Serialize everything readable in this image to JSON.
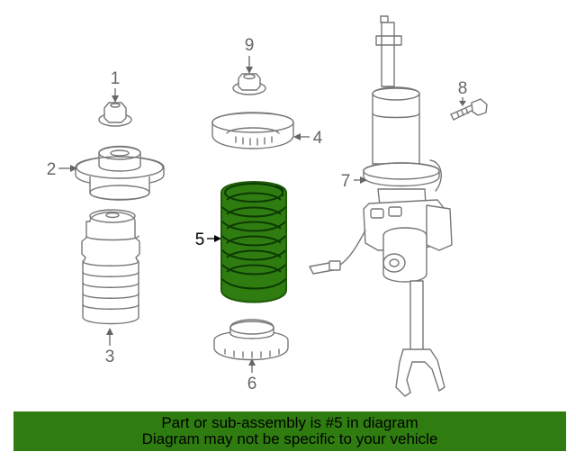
{
  "callouts": {
    "c1": "1",
    "c2": "2",
    "c3": "3",
    "c4": "4",
    "c5": "5",
    "c6": "6",
    "c7": "7",
    "c8": "8",
    "c9": "9"
  },
  "banner": {
    "line1": "Part or sub-assembly is #5 in diagram",
    "line2": "Diagram may not be specific to your vehicle"
  },
  "colors": {
    "highlight": "#2f7d10",
    "banner_bg": "#2f7d10",
    "line_art": "#777777"
  }
}
